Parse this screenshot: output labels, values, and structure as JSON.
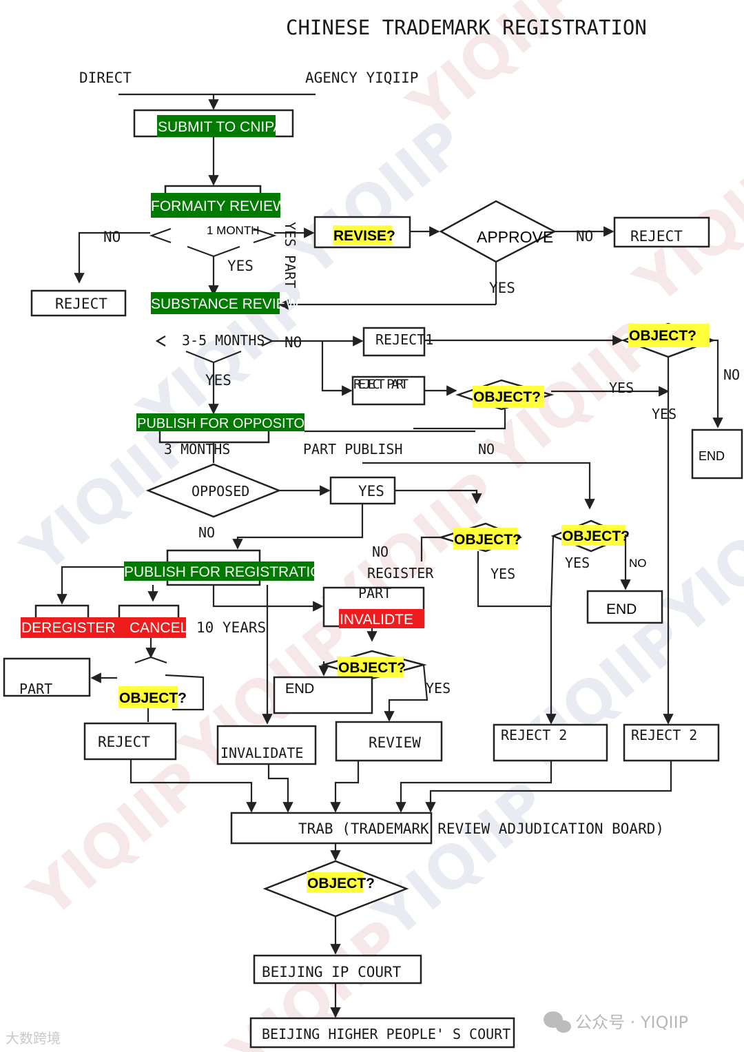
{
  "title": "CHINESE TRADEMARK REGISTRATION",
  "branches": {
    "direct": "DIRECT",
    "agency": "AGENCY YIQIIP"
  },
  "nodes": {
    "submit": "SUBMIT TO CNIPA",
    "formality": "FORMAITY REVIEW",
    "one_month": "1 MONTH",
    "revise": "REVISE?",
    "approve": "APPROVE",
    "reject_top_right": "REJECT",
    "reject_left": "REJECT",
    "substance": "SUBSTANCE REVIEW",
    "months_3_5": "3-5 MONTHS",
    "reject1": "REJECT1",
    "object_a": "OBJECT?",
    "reject_part": "REJECT PART",
    "object_b": "OBJECT?",
    "publish_opp": "PUBLISH FOR OPPOSITON",
    "three_months": "3 MONTHS",
    "part_publish": "PART PUBLISH",
    "end_a": "END",
    "opposed": "OPPOSED",
    "yes_box": "YES",
    "object_c": "OBJECT?",
    "object_d": "OBJECT?",
    "publish_reg": "PUBLISH FOR REGISTRATION",
    "register": "REGISTER",
    "part_mid": "PART",
    "invalidte": "INVALIDTE",
    "deregister": "DEREGISTER",
    "cancel": "CANCEL",
    "ten_years": "10 YEARS",
    "end_b": "END",
    "part_left": "PART",
    "object_e": "OBJECT?",
    "object_f": "OBJECT?",
    "end_c": "END",
    "reject_bl": "REJECT",
    "invalidate": "INVALIDATE",
    "review": "REVIEW",
    "reject2_a": "REJECT 2",
    "reject2_b": "REJECT 2",
    "trab": "TRAB (TRADEMARK REVIEW ADJUDICATION BOARD)",
    "object_g": "OBJECT?",
    "beijing_ip": "BEIJING IP COURT",
    "beijing_higher": "BEIJING HIGHER PEOPLE' S COURT"
  },
  "labels": {
    "no": "NO",
    "yes": "YES",
    "yes_part": "YES PART"
  },
  "watermark": {
    "text": "YIQIIP",
    "footer": "公众号 · YIQIIP",
    "footer_left": "大数跨境"
  },
  "colors": {
    "green": "#007a00",
    "yellow": "#ffff3a",
    "red": "#ee1c1c"
  }
}
